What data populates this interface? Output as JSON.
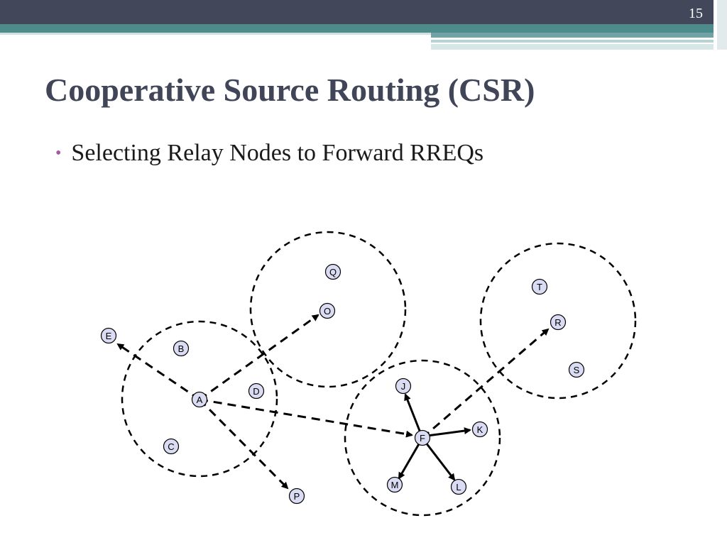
{
  "slide_number": "15",
  "title": "Cooperative Source Routing (CSR)",
  "bullet": "Selecting Relay Nodes to Forward RREQs",
  "nodes": {
    "Q": "Q",
    "O": "O",
    "T": "T",
    "R": "R",
    "E": "E",
    "B": "B",
    "D": "D",
    "A": "A",
    "S": "S",
    "J": "J",
    "K": "K",
    "F": "F",
    "C": "C",
    "M": "M",
    "L": "L",
    "P": "P"
  },
  "colors": {
    "node_fill": "#d9dcf2",
    "title": "#404558",
    "bullet": "#a05ca0"
  }
}
